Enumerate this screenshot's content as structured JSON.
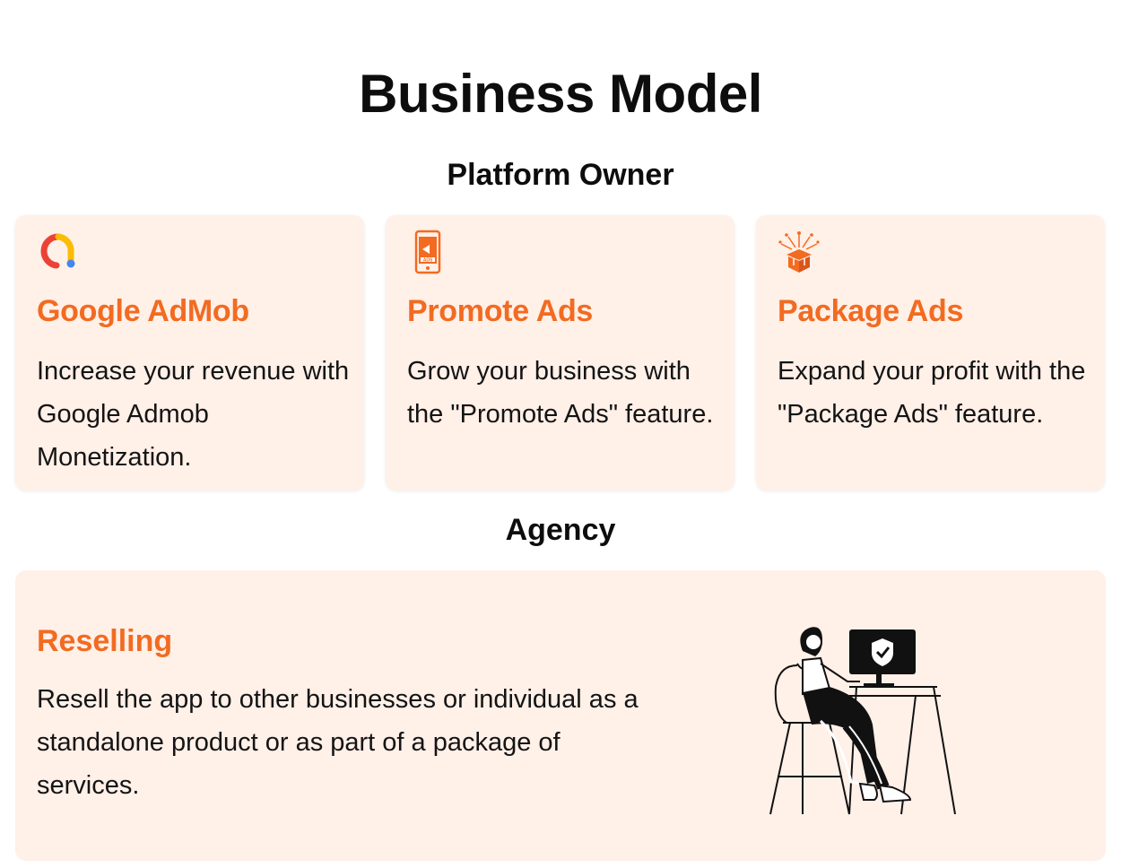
{
  "header": {
    "title": "Business Model"
  },
  "platform_owner": {
    "heading": "Platform Owner",
    "cards": [
      {
        "icon": "admob-logo-icon",
        "title": "Google AdMob",
        "text": "Increase your revenue with Google Admob Monetization."
      },
      {
        "icon": "phone-ads-icon",
        "title": "Promote Ads",
        "text": "Grow your business with the \"Promote Ads\" feature."
      },
      {
        "icon": "gift-box-icon",
        "title": "Package Ads",
        "text": "Expand your profit with the \"Package Ads\" feature."
      }
    ]
  },
  "agency": {
    "heading": "Agency",
    "card": {
      "title": "Reselling",
      "text": "Resell the app to other businesses or individual as a standalone product or as part of a package of services.",
      "illustration": "person-at-computer-illustration"
    }
  },
  "colors": {
    "accent": "#f26b21",
    "card_background": "#fff0e8",
    "text": "#141414"
  }
}
